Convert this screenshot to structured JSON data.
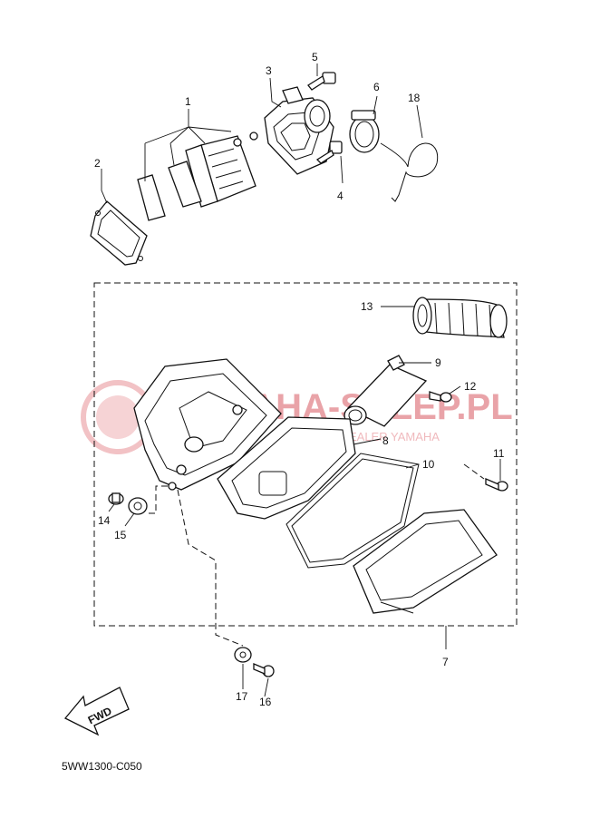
{
  "diagram_code": "5WW1300-C050",
  "watermark": {
    "text": "YAMAHA-SKLEP.PL",
    "subtext": "SZCZECIN | DEALER YAMAHA"
  },
  "fwd_label": "FWD",
  "callouts": {
    "c1": "1",
    "c2": "2",
    "c3": "3",
    "c4": "4",
    "c5": "5",
    "c6": "6",
    "c7": "7",
    "c8": "8",
    "c9": "9",
    "c10": "10",
    "c11": "11",
    "c12": "12",
    "c13": "13",
    "c14": "14",
    "c15": "15",
    "c16": "16",
    "c17": "17",
    "c18": "18"
  },
  "colors": {
    "ink": "#111111",
    "watermark": "#e9a3a8"
  }
}
